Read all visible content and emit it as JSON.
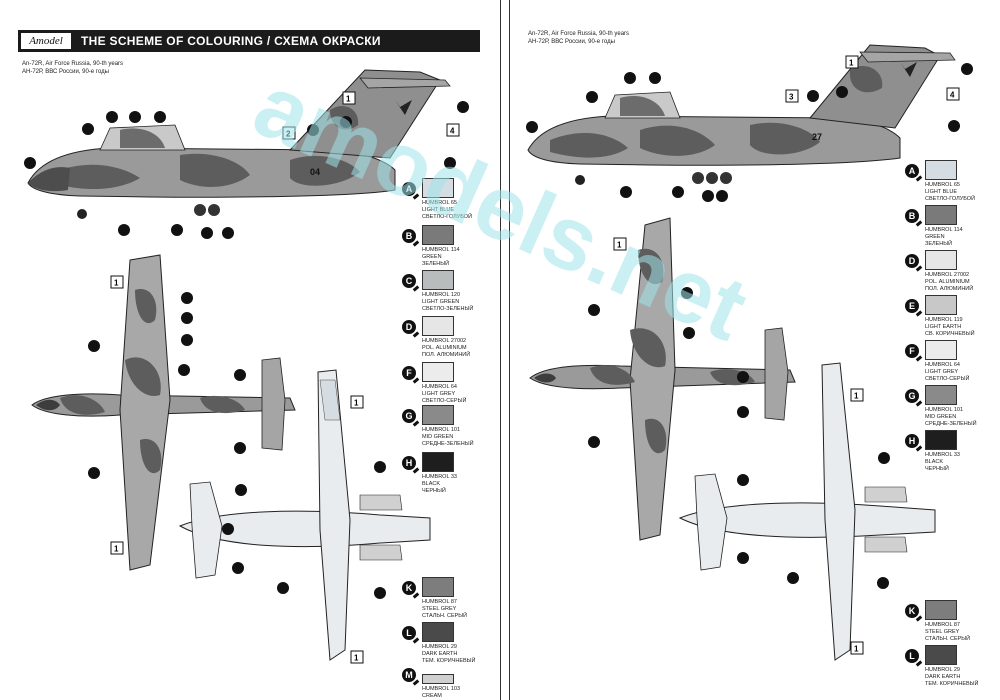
{
  "left_page": {
    "logo": "Amodel",
    "header_title": "THE SCHEME OF COLOURING / СХЕМА ОКРАСКИ",
    "aircraft_title_en": "An-72R, Air Force Russia, 90-th years",
    "aircraft_title_ru": "АН-72Р, ВВС России, 90-е годы",
    "side_number": "04",
    "legend": [
      {
        "letter": "A",
        "color": "#d6dde2",
        "code": "HUMBROL 65",
        "name_en": "LIGHT BLUE",
        "name_ru": "СВЕТЛО-ГОЛУБОЙ"
      },
      {
        "letter": "B",
        "color": "#7a7a7a",
        "code": "HUMBROL 114",
        "name_en": "GREEN",
        "name_ru": "ЗЕЛЕНЫЙ"
      },
      {
        "letter": "C",
        "color": "#b8bcbc",
        "code": "HUMBROL 120",
        "name_en": "LIGHT GREEN",
        "name_ru": "СВЕТЛО-ЗЕЛЕНЫЙ"
      },
      {
        "letter": "D",
        "color": "#e6e6e6",
        "code": "HUMBROL 27002",
        "name_en": "POL. ALUMINIUM",
        "name_ru": "ПОЛ. АЛЮМИНИЙ"
      },
      {
        "letter": "F",
        "color": "#ececec",
        "code": "HUMBROL 64",
        "name_en": "LIGHT GREY",
        "name_ru": "СВЕТЛО-СЕРЫЙ"
      },
      {
        "letter": "G",
        "color": "#8a8a8a",
        "code": "HUMBROL 101",
        "name_en": "MID GREEN",
        "name_ru": "СРЕДНЕ-ЗЕЛЕНЫЙ"
      },
      {
        "letter": "H",
        "color": "#1e1e1e",
        "code": "HUMBROL 33",
        "name_en": "BLACK",
        "name_ru": "ЧЕРНЫЙ"
      },
      {
        "letter": "K",
        "color": "#7d7d7d",
        "code": "HUMBROL 87",
        "name_en": "STEEL GREY",
        "name_ru": "СТАЛЬН. СЕРЫЙ"
      },
      {
        "letter": "L",
        "color": "#4a4a4a",
        "code": "HUMBROL 29",
        "name_en": "DARK EARTH",
        "name_ru": "ТЕМ. КОРИЧНЕВЫЙ"
      },
      {
        "letter": "M",
        "color": "#d0d0d0",
        "code": "HUMBROL 103",
        "name_en": "CREAM",
        "name_ru": ""
      }
    ]
  },
  "right_page": {
    "aircraft_title_en": "An-72R, Air Force Russia, 90-th years",
    "aircraft_title_ru": "АН-72Р, ВВС России, 90-е годы",
    "side_number": "27",
    "legend": [
      {
        "letter": "A",
        "color": "#d6dde2",
        "code": "HUMBROL 65",
        "name_en": "LIGHT BLUE",
        "name_ru": "СВЕТЛО-ГОЛУБОЙ"
      },
      {
        "letter": "B",
        "color": "#7a7a7a",
        "code": "HUMBROL 114",
        "name_en": "GREEN",
        "name_ru": "ЗЕЛЕНЫЙ"
      },
      {
        "letter": "D",
        "color": "#e6e6e6",
        "code": "HUMBROL 27002",
        "name_en": "POL. ALUMINIUM",
        "name_ru": "ПОЛ. АЛЮМИНИЙ"
      },
      {
        "letter": "E",
        "color": "#c8c8c8",
        "code": "HUMBROL 119",
        "name_en": "LIGHT EARTH",
        "name_ru": "СВ. КОРИЧНЕВЫЙ"
      },
      {
        "letter": "F",
        "color": "#ececec",
        "code": "HUMBROL 64",
        "name_en": "LIGHT GREY",
        "name_ru": "СВЕТЛО-СЕРЫЙ"
      },
      {
        "letter": "G",
        "color": "#8a8a8a",
        "code": "HUMBROL 101",
        "name_en": "MID GREEN",
        "name_ru": "СРЕДНЕ-ЗЕЛЕНЫЙ"
      },
      {
        "letter": "H",
        "color": "#1e1e1e",
        "code": "HUMBROL 33",
        "name_en": "BLACK",
        "name_ru": "ЧЕРНЫЙ"
      },
      {
        "letter": "K",
        "color": "#7d7d7d",
        "code": "HUMBROL 87",
        "name_en": "STEEL GREY",
        "name_ru": "СТАЛЬН. СЕРЫЙ"
      },
      {
        "letter": "L",
        "color": "#4a4a4a",
        "code": "HUMBROL 29",
        "name_en": "DARK EARTH",
        "name_ru": "ТЕМ. КОРИЧНЕВЫЙ"
      }
    ]
  },
  "watermark": "amodels.net",
  "colors": {
    "camo_dark": "#5d5d5d",
    "camo_mid": "#9a9a9a",
    "camo_light": "#c9c9c9",
    "underside": "#e9ecee"
  }
}
